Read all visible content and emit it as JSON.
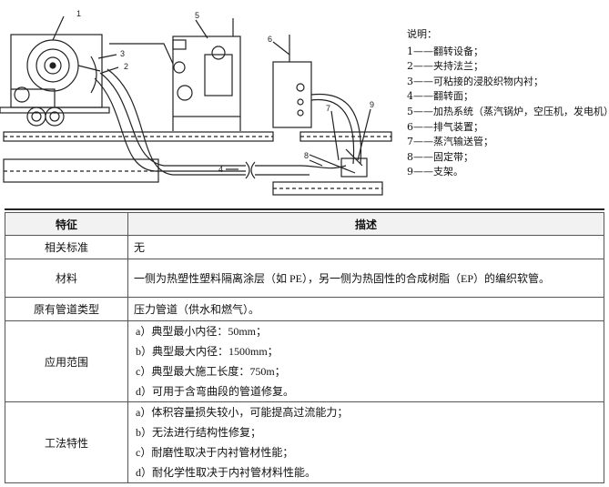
{
  "diagram": {
    "callouts": [
      "1",
      "2",
      "3",
      "4",
      "5",
      "6",
      "7",
      "8",
      "9"
    ]
  },
  "legend": {
    "title": "说明：",
    "items": [
      "1——翻转设备；",
      "2——夹持法兰；",
      "3——可粘接的浸胶织物内衬；",
      "4——翻转面；",
      "5——加热系统（蒸汽锅炉，空压机，发电机）；",
      "6——排气装置；",
      "7——蒸汽输送管；",
      "8——固定带；",
      "9——支架。"
    ]
  },
  "table": {
    "headers": [
      "特征",
      "描述"
    ],
    "rows": [
      {
        "feature": "相关标准",
        "desc": "无"
      },
      {
        "feature": "材料",
        "desc": "一侧为热塑性塑料隔离涂层（如 PE），另一侧为热固性的合成树脂（EP）的编织软管。"
      },
      {
        "feature": "原有管道类型",
        "desc": "压力管道（供水和燃气）。"
      },
      {
        "feature": "应用范围",
        "items": [
          "a）典型最小内径：50mm；",
          "b）典型最大内径：1500mm；",
          "c）典型最大施工长度：750m；",
          "d）可用于含弯曲段的管道修复。"
        ]
      },
      {
        "feature": "工法特性",
        "items": [
          "a）体积容量损失较小，可能提高过流能力；",
          "b）无法进行结构性修复；",
          "c）耐磨性取决于内衬管材性能；",
          "d）耐化学性取决于内衬管材料性能。"
        ]
      }
    ]
  }
}
